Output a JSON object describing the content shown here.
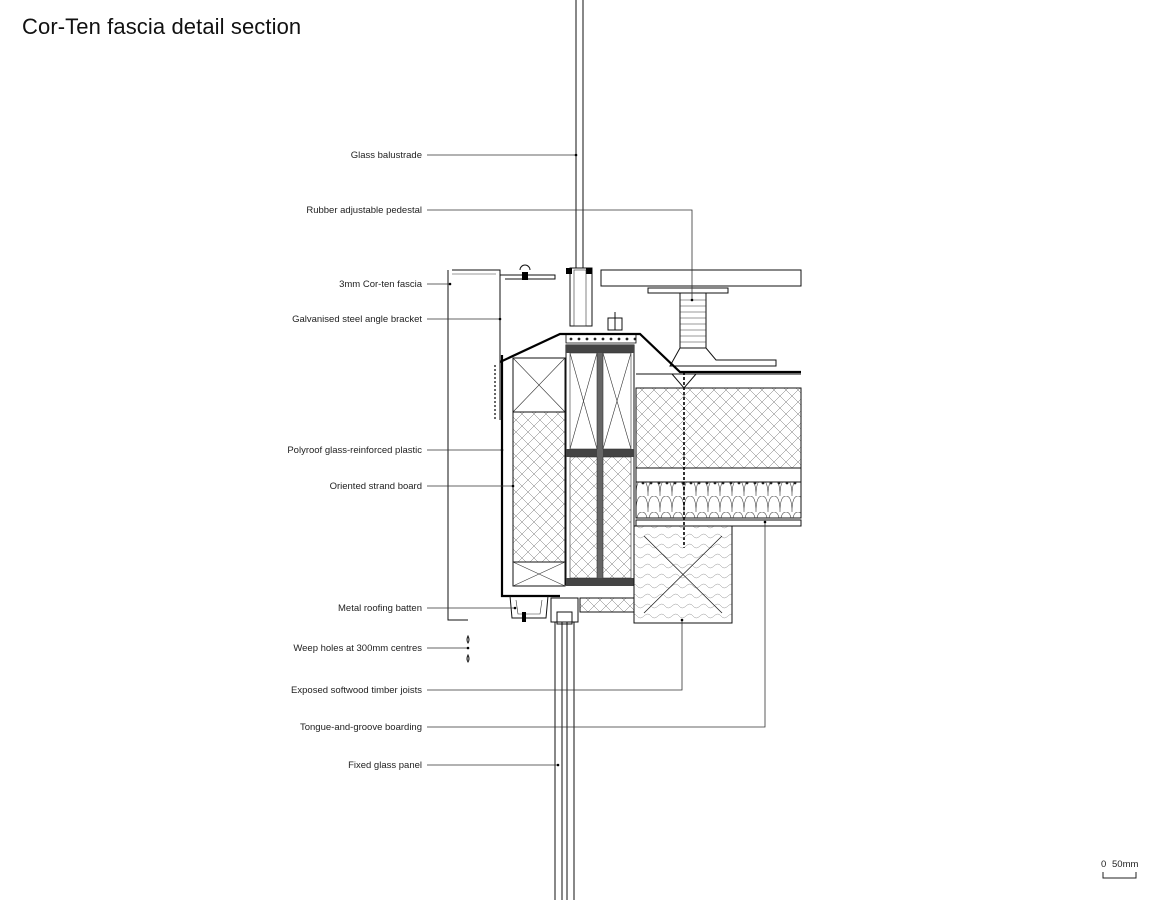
{
  "title": "Cor-Ten fascia detail section",
  "labels": [
    "Glass balustrade",
    "Rubber adjustable pedestal",
    "3mm Cor-ten fascia",
    "Galvanised steel angle bracket",
    "Polyroof glass-reinforced plastic",
    "Oriented strand board",
    "Metal roofing batten",
    "Weep holes at 300mm centres",
    "Exposed softwood timber joists",
    "Tongue-and-groove boarding",
    "Fixed glass panel"
  ],
  "scale_bar": {
    "zero": "0",
    "value": "50mm"
  }
}
